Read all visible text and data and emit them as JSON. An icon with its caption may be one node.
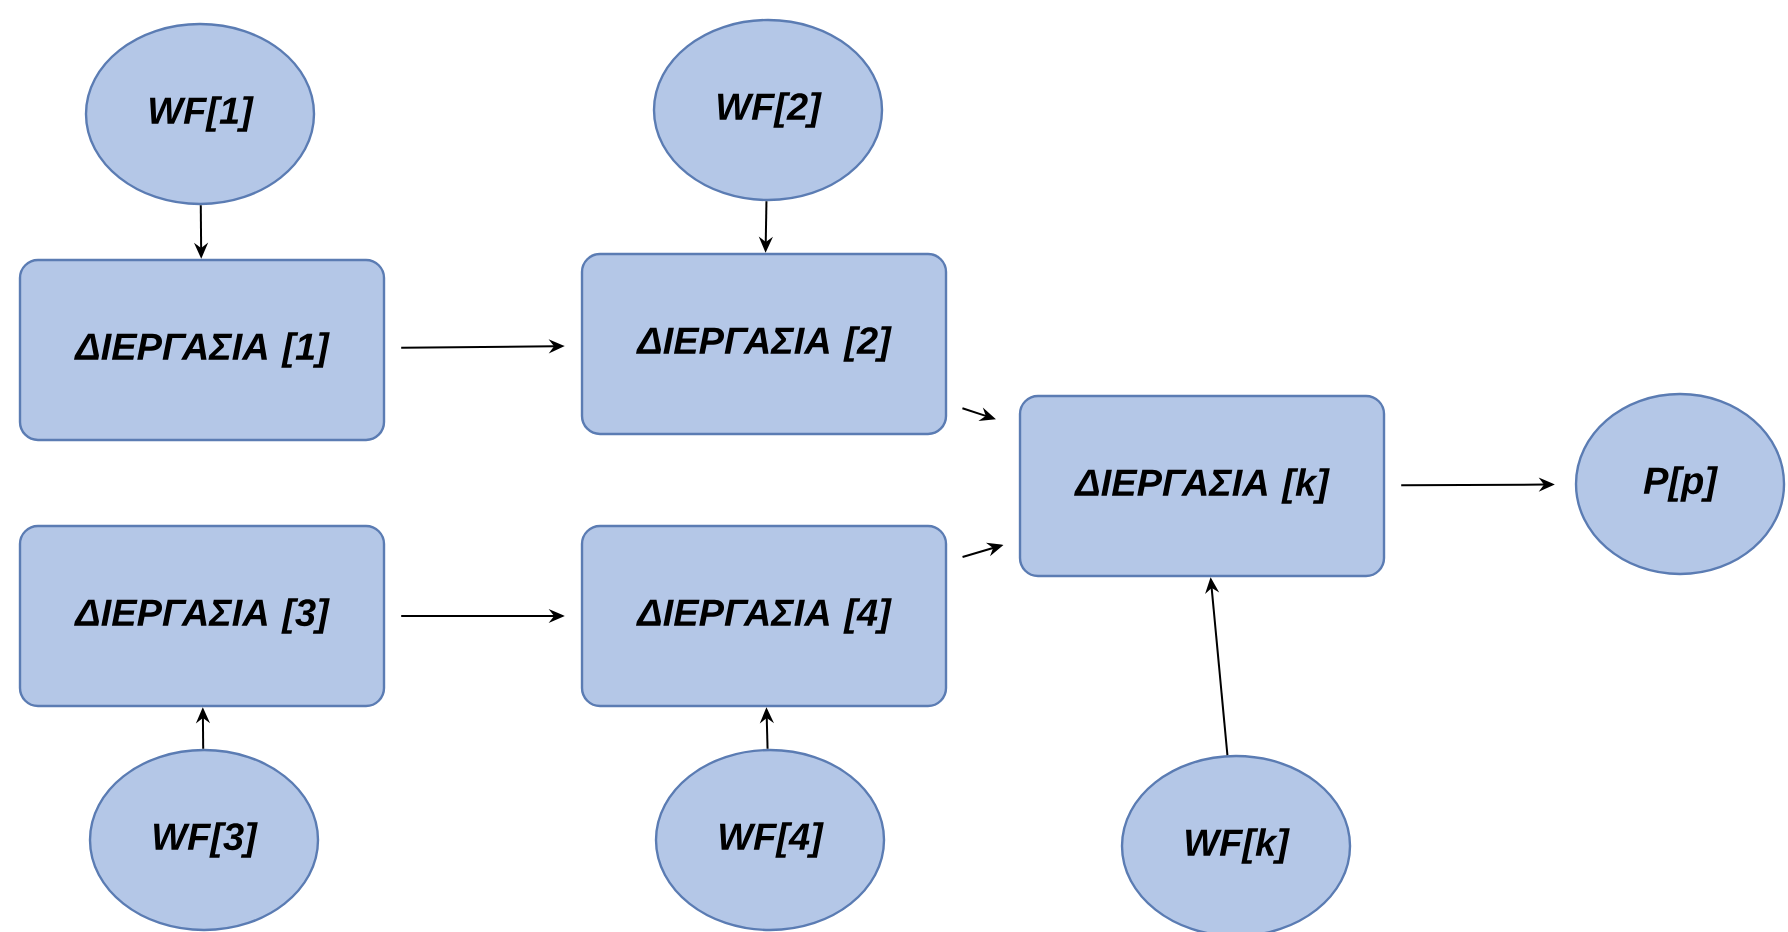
{
  "diagram": {
    "nodes": [
      {
        "text": [
          "WF[1]"
        ]
      },
      {
        "text": [
          "WF[2]"
        ]
      },
      {
        "text": [
          "ΔΙΕΡΓΑΣΙΑ [1]"
        ]
      },
      {
        "text": [
          "ΔΙΕΡΓΑΣΙΑ [2]"
        ]
      },
      {
        "text": [
          "ΔΙΕΡΓΑΣΙΑ [k]"
        ]
      },
      {
        "text": [
          "P[p]"
        ]
      },
      {
        "text": [
          "ΔΙΕΡΓΑΣΙΑ [3]"
        ]
      },
      {
        "text": [
          "ΔΙΕΡΓΑΣΙΑ [4]"
        ]
      },
      {
        "text": [
          "WF[3]"
        ]
      },
      {
        "text": [
          "WF[4]"
        ]
      },
      {
        "text": [
          "WF[k]"
        ]
      }
    ],
    "edges": [
      {
        "from": 0,
        "to": 2,
        "arrow": "to"
      },
      {
        "from": 1,
        "to": 3,
        "arrow": "to"
      },
      {
        "from": 2,
        "to": 3,
        "arrow": "to"
      },
      {
        "from": 3,
        "to": 4,
        "arrow": "to"
      },
      {
        "from": 4,
        "to": 5,
        "arrow": "to"
      },
      {
        "from": 6,
        "to": 7,
        "arrow": "to"
      },
      {
        "from": 7,
        "to": 4,
        "arrow": "to"
      },
      {
        "from": 8,
        "to": 6,
        "arrow": "to"
      },
      {
        "from": 9,
        "to": 7,
        "arrow": "to"
      },
      {
        "from": 10,
        "to": 4,
        "arrow": "to"
      }
    ]
  }
}
